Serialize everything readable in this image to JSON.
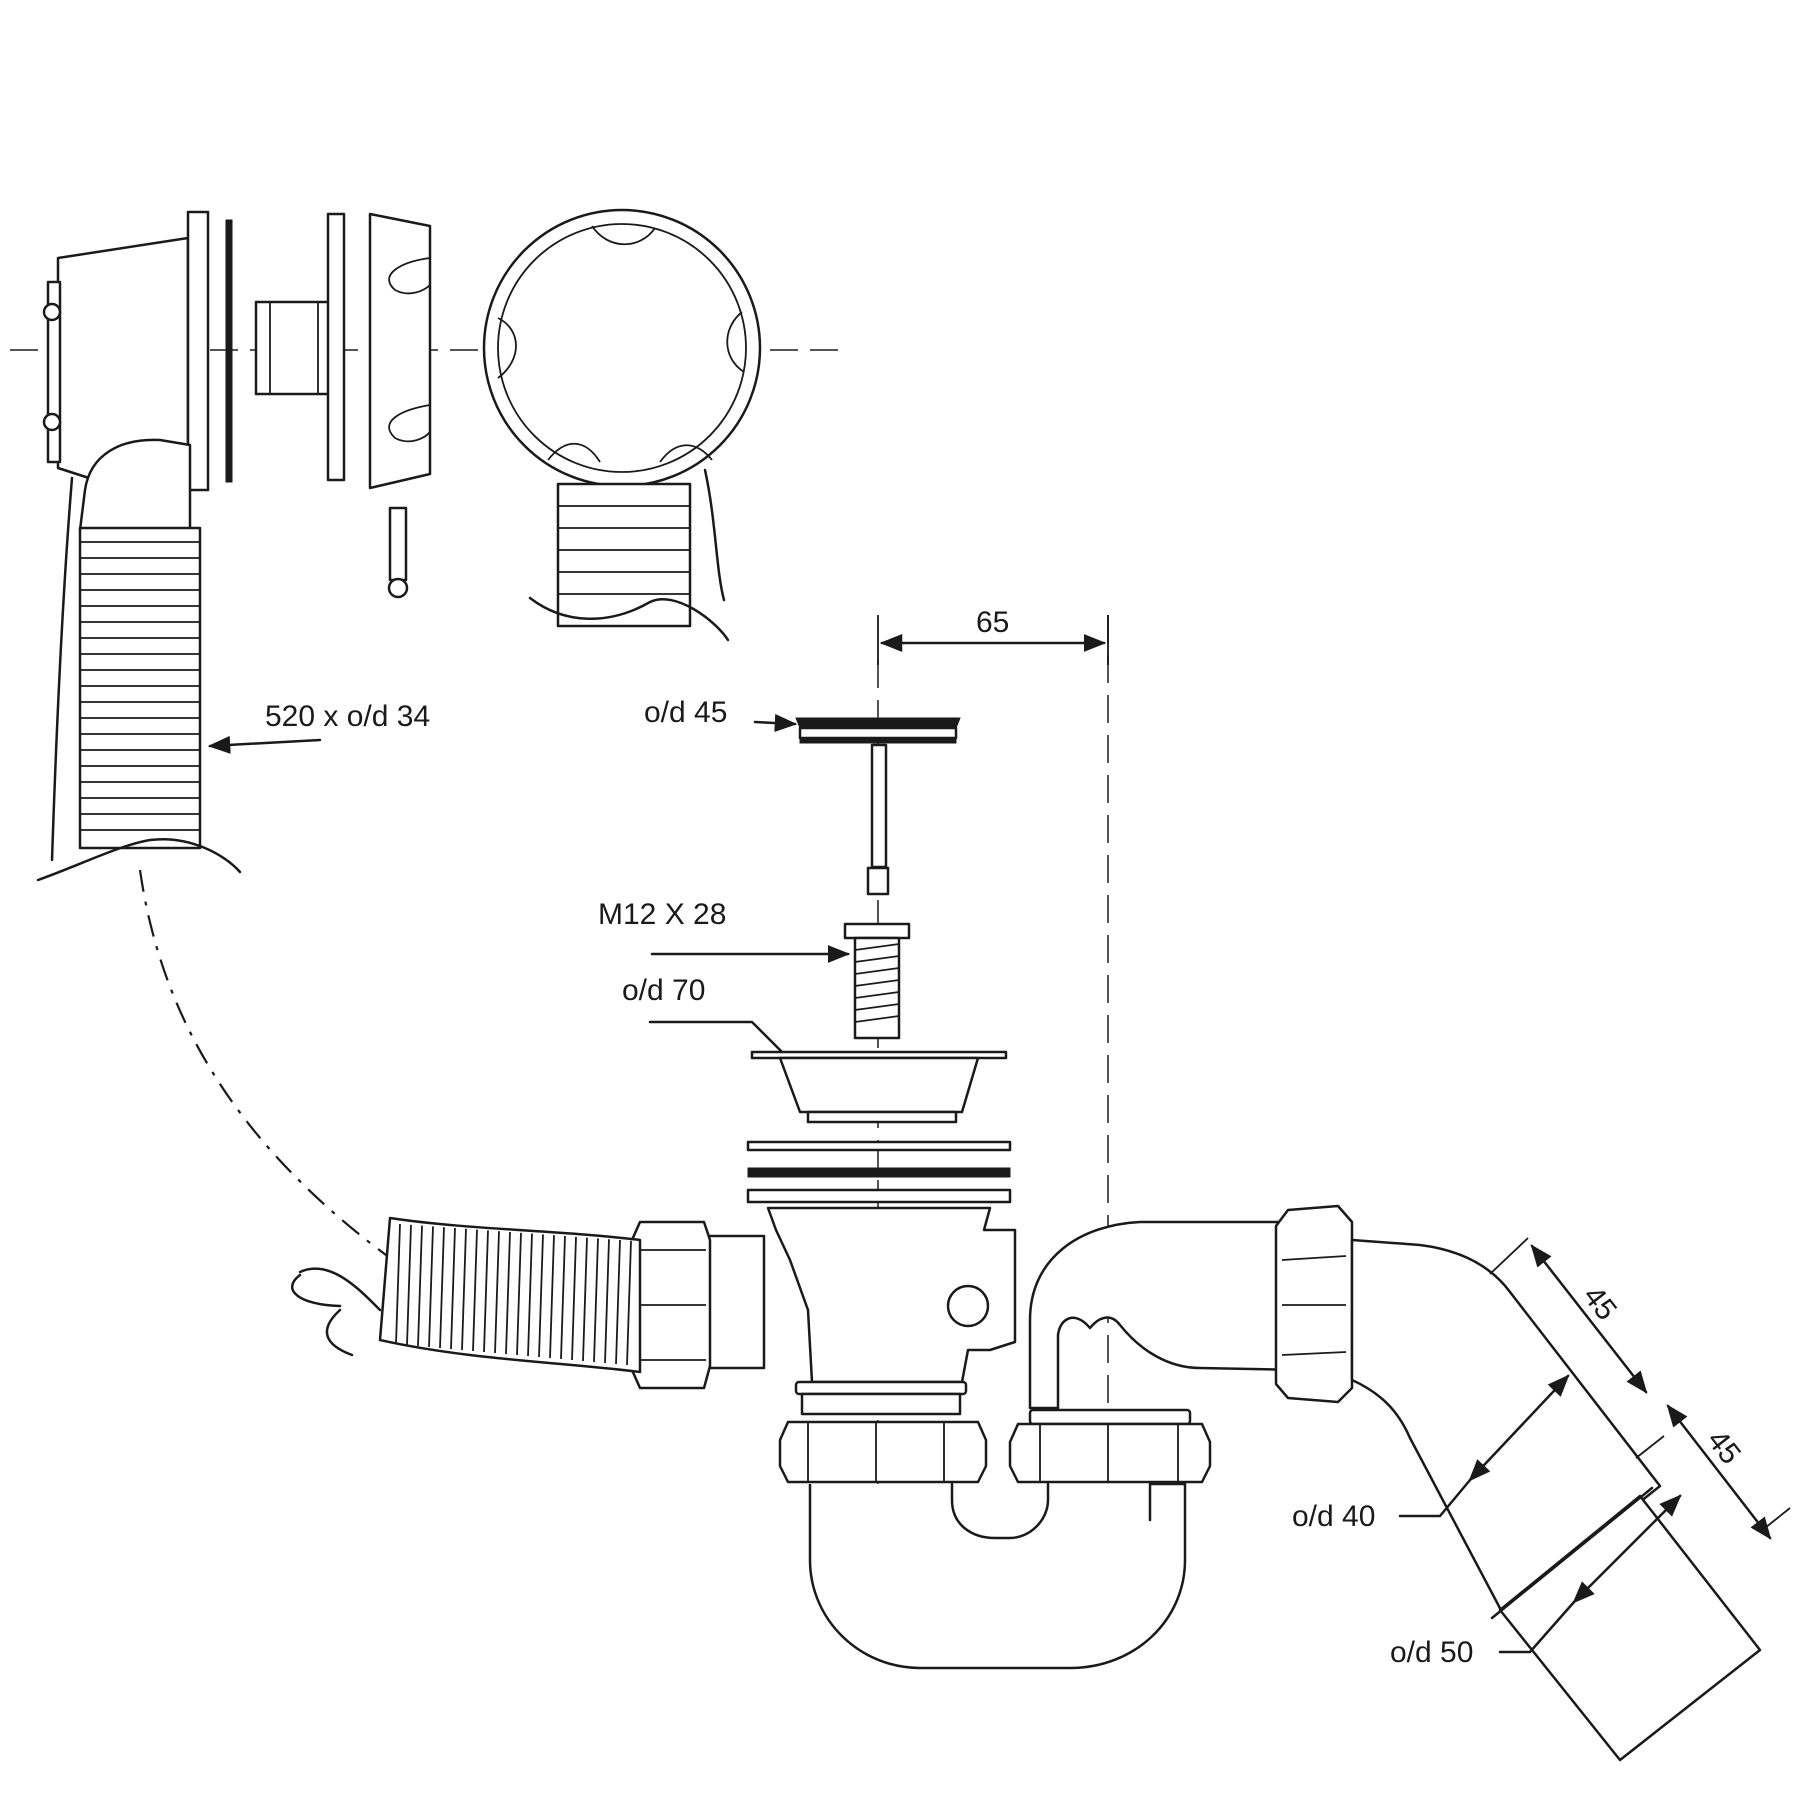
{
  "labels": {
    "hose": "520 x o/d 34",
    "plug_od": "o/d 45",
    "bolt": "M12 X 28",
    "flange_od": "o/d 70",
    "spacing": "65",
    "outlet_od_40": "o/d 40",
    "outlet_od_50": "o/d 50",
    "spigot_len_a": "45",
    "spigot_len_b": "45"
  },
  "colors": {
    "line": "#1a1a1a",
    "background": "#ffffff"
  }
}
